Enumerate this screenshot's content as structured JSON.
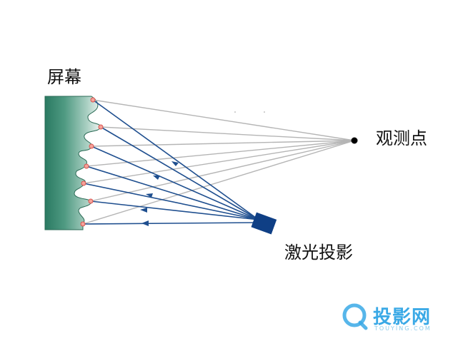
{
  "labels": {
    "screen": "屏幕",
    "viewer": "观测点",
    "laser": "激光投影"
  },
  "watermark": {
    "text": "投影网",
    "subtext": "TOUYING.COM"
  },
  "colors": {
    "screen_dark": "#2a7a62",
    "screen_light": "#e8f1ee",
    "reflect_line": "#b5b5b5",
    "laser_line": "#1f4f8f",
    "projector": "#0f3f85",
    "dot_fill": "#f4a39a",
    "dot_stroke": "#d9534f",
    "viewer_dot": "#000000",
    "watermark": "#3aa9e6"
  },
  "icons": [
    "projector-icon",
    "viewer-point-icon",
    "watermark-logo-icon"
  ]
}
